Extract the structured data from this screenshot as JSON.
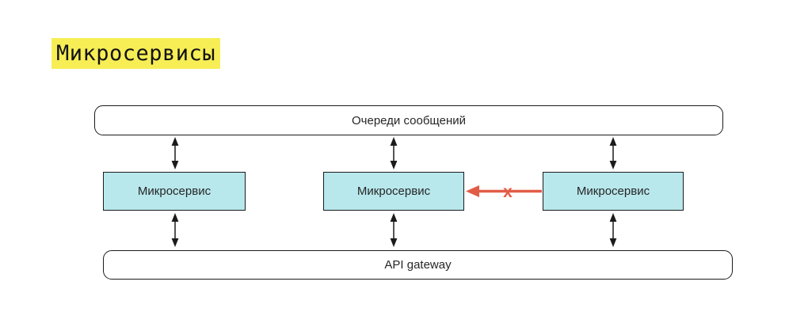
{
  "title": {
    "text": "Микросервисы"
  },
  "colors": {
    "highlight": "#f7ee56",
    "service_fill": "#b8e8ec",
    "error": "#e25c46",
    "line": "#1b1b1b",
    "bg": "#ffffff"
  },
  "diagram": {
    "message_queue_label": "Очереди сообщений",
    "api_gateway_label": "API gateway",
    "services": [
      {
        "label": "Микросервис"
      },
      {
        "label": "Микросервис"
      },
      {
        "label": "Микросервис"
      }
    ],
    "failed_call_marker": "x"
  }
}
